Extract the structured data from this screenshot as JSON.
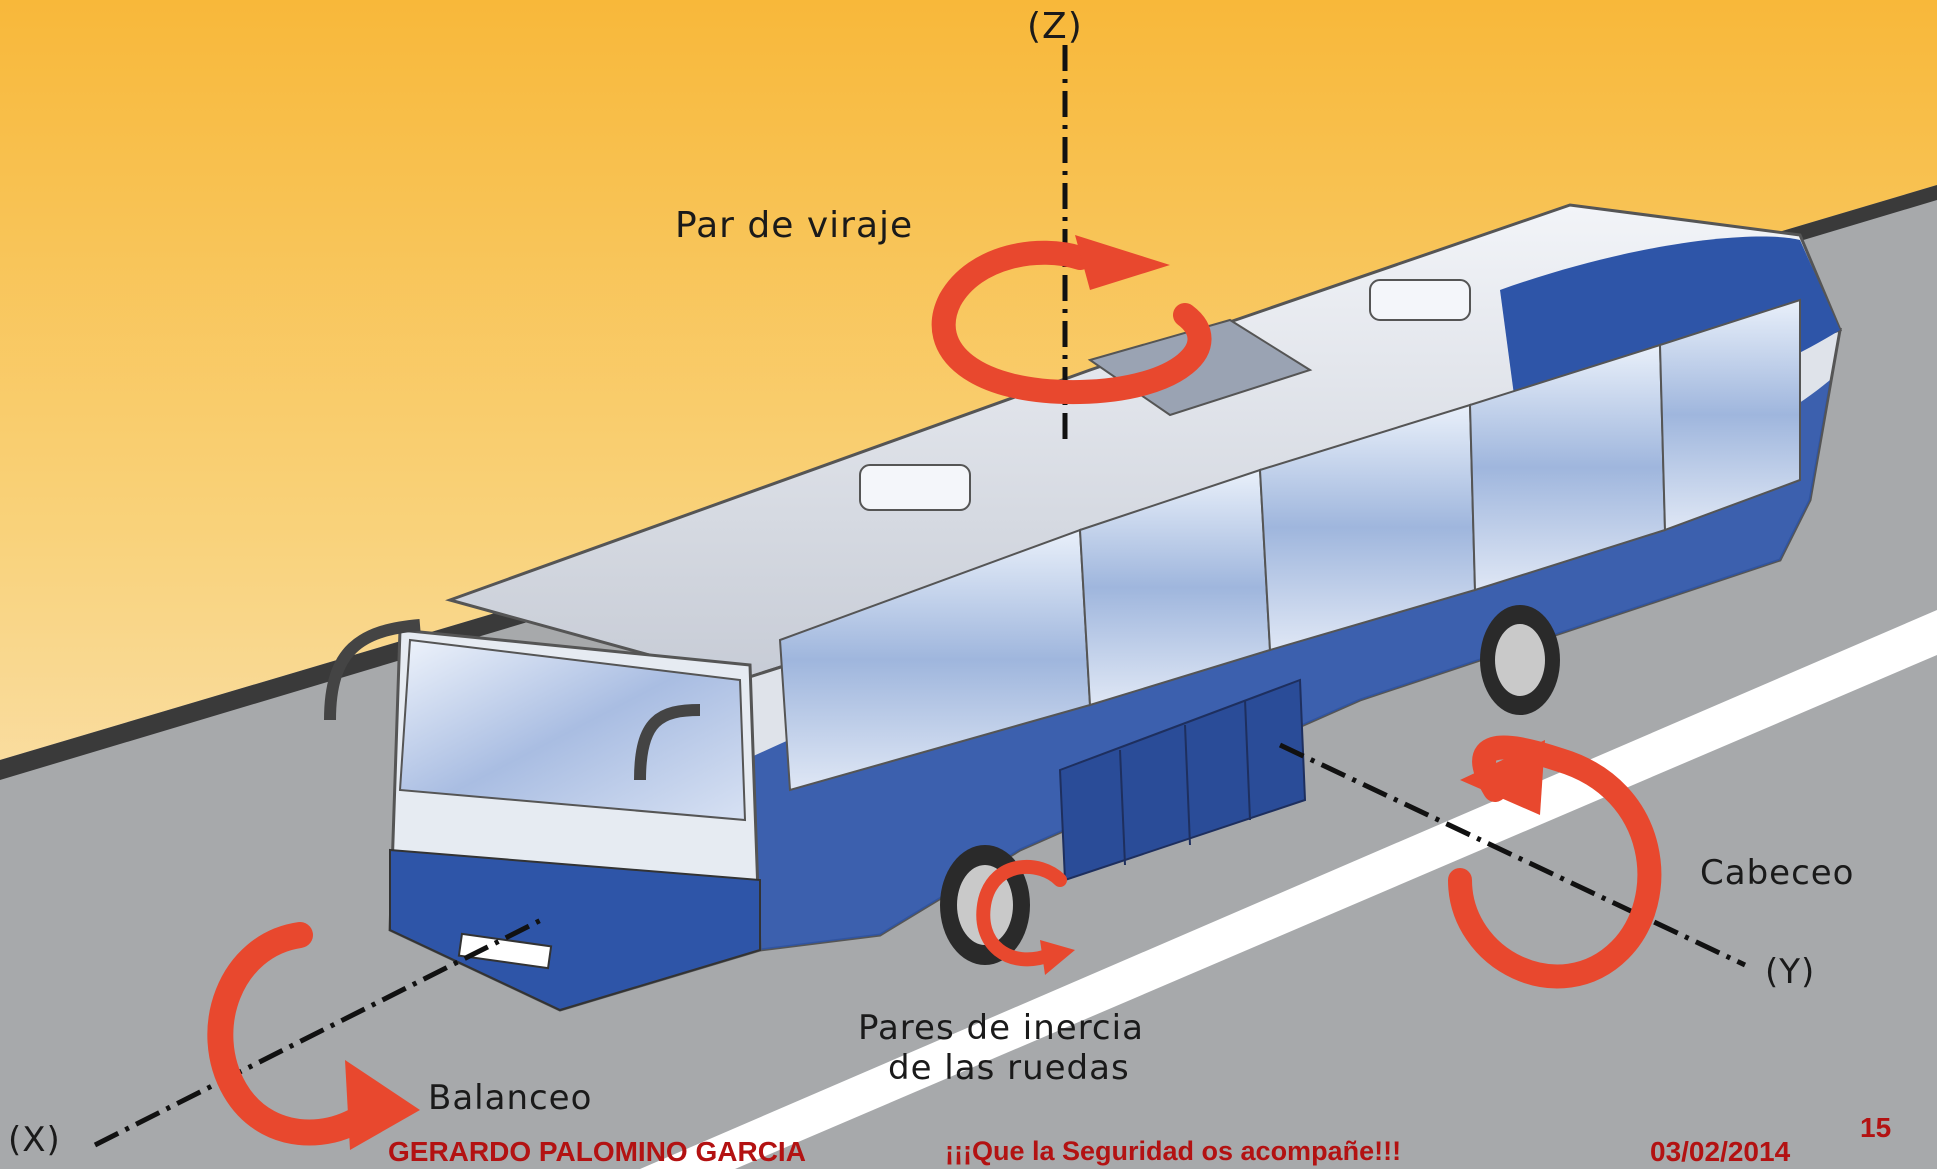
{
  "diagram": {
    "axis_z_label": "(Z)",
    "axis_x_label": "(X)",
    "axis_y_label": "(Y)",
    "label_yaw": "Par de viraje",
    "label_pitch": "Cabeceo",
    "label_roll": "Balanceo",
    "label_wheels_line1": "Pares de inercia",
    "label_wheels_line2": "de las ruedas"
  },
  "footer": {
    "author": "GERARDO PALOMINO GARCIA",
    "motto": "¡¡¡Que la Seguridad os acompañe!!!",
    "date": "03/02/2014",
    "page_number": "15"
  },
  "colors": {
    "arrow": "#e8482e",
    "bus_blue": "#2e55a8",
    "footer_text": "#b31212"
  },
  "icons": [
    "bus-illustration",
    "yaw-rotation-arrow",
    "pitch-rotation-arrow",
    "roll-rotation-arrow",
    "wheel-rotation-arrow"
  ]
}
